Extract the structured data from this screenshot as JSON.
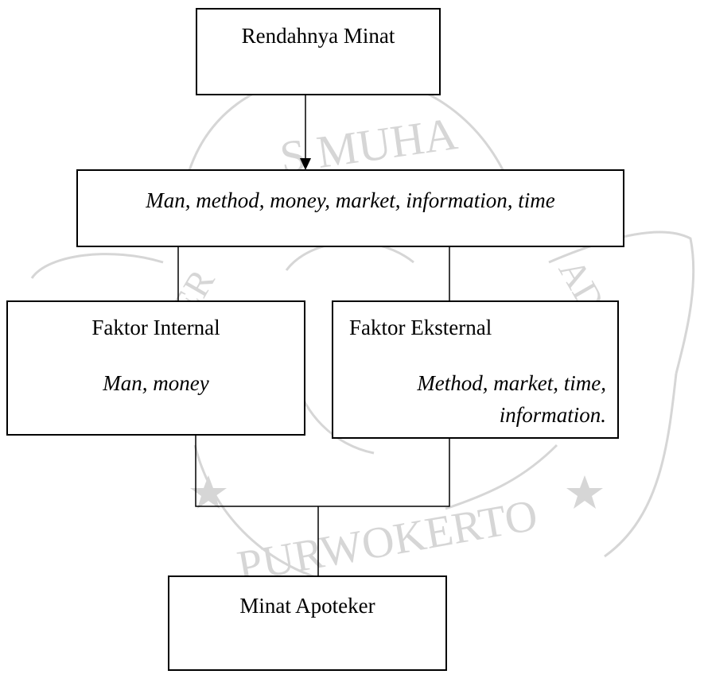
{
  "diagram": {
    "top": {
      "label": "Rendahnya Minat"
    },
    "factors": {
      "label": "Man, method, money, market, information, time"
    },
    "internal": {
      "title": "Faktor Internal",
      "items": "Man, money"
    },
    "external": {
      "title": "Faktor Eksternal",
      "items_line1": "Method, market, time,",
      "items_line2": "information."
    },
    "bottom": {
      "label": "Minat Apoteker"
    }
  },
  "watermark": {
    "top_text": "S MUHA",
    "bottom_text": "PURWOKERTO",
    "left_text": "ER",
    "right_text": "AD",
    "color": "#d6d6d6"
  },
  "colors": {
    "line": "#000000",
    "background": "#ffffff"
  }
}
